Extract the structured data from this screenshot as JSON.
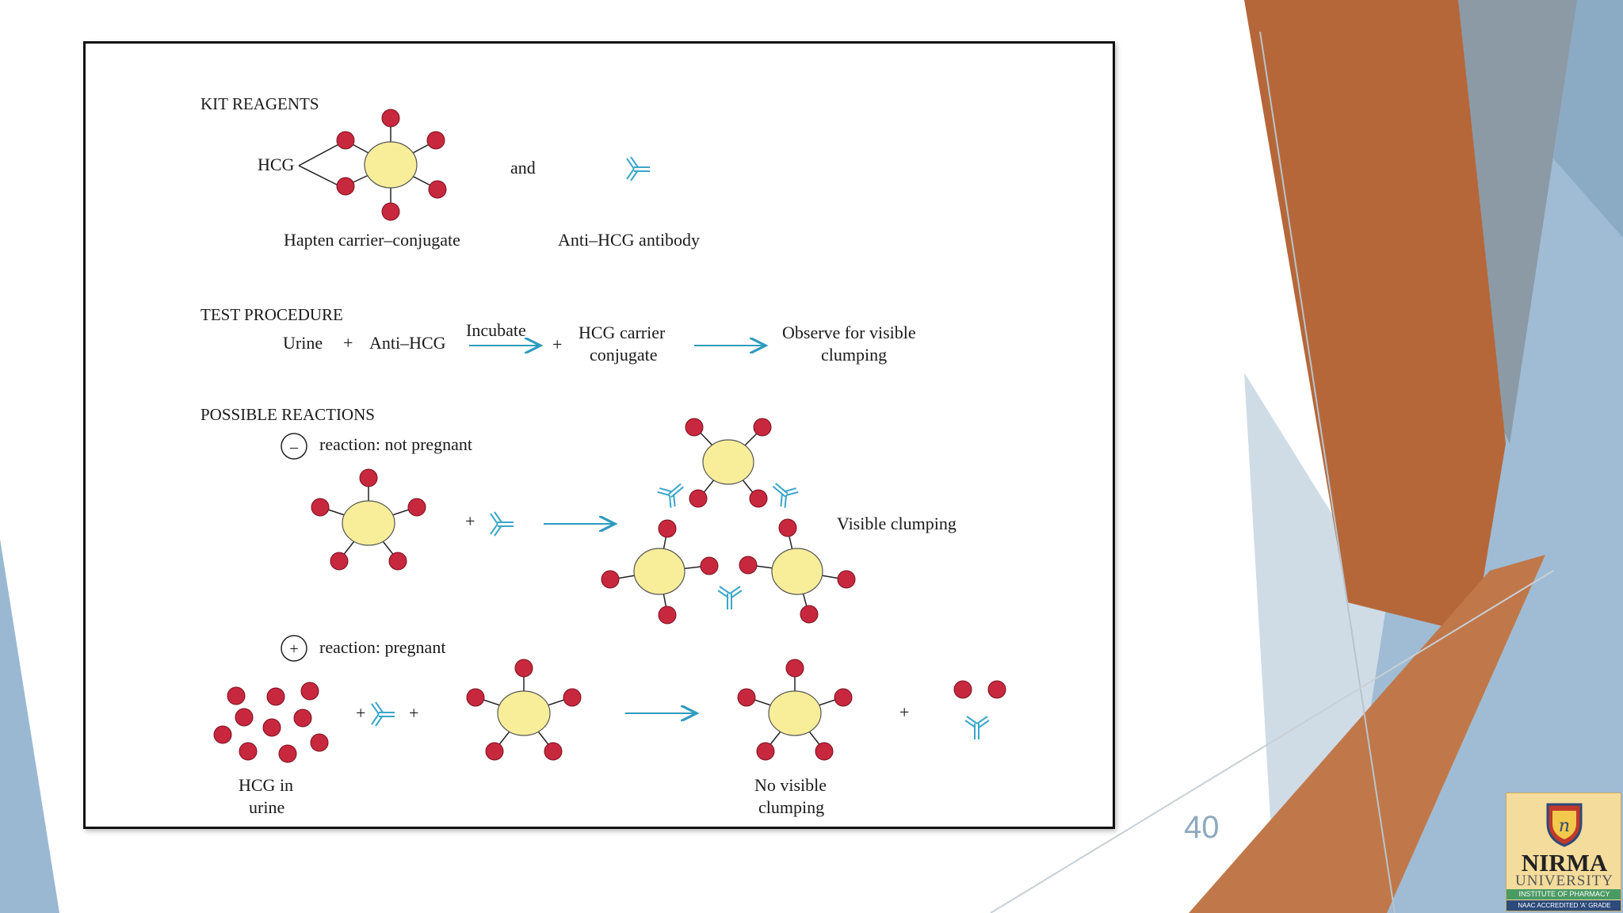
{
  "slide": {
    "page_number": "40"
  },
  "figure": {
    "kit_reagents": {
      "heading": "KIT REAGENTS",
      "hcg_label": "HCG",
      "and_label": "and",
      "conjugate_caption": "Hapten carrier–conjugate",
      "antibody_caption": "Anti–HCG antibody"
    },
    "test_procedure": {
      "heading": "TEST PROCEDURE",
      "urine": "Urine",
      "plus": "+",
      "anti_hcg": "Anti–HCG",
      "incubate": "Incubate",
      "carrier_line1": "HCG carrier",
      "carrier_line2": "conjugate",
      "observe_line1": "Observe for visible",
      "observe_line2": "clumping"
    },
    "possible_reactions": {
      "heading": "POSSIBLE REACTIONS",
      "negative": {
        "symbol": "–",
        "label": "reaction: not pregnant",
        "result": "Visible clumping"
      },
      "positive": {
        "symbol": "+",
        "label": "reaction: pregnant",
        "hcg_urine_line1": "HCG in",
        "hcg_urine_line2": "urine",
        "result_line1": "No visible",
        "result_line2": "clumping"
      }
    }
  },
  "logo": {
    "name": "NIRMA",
    "subtitle": "UNIVERSITY",
    "institute": "INSTITUTE OF PHARMACY",
    "accreditation": "NAAC ACCREDITED 'A' GRADE"
  },
  "colors": {
    "hapten_red": "#c8283e",
    "carrier_yellow": "#f8ee9a",
    "antibody_blue": "#3aa6c9",
    "arrow_blue": "#2e9bbf",
    "deco_orange": "#b5673a",
    "deco_blue": "#9ab8d2",
    "deco_grey": "#8c9aa6"
  }
}
